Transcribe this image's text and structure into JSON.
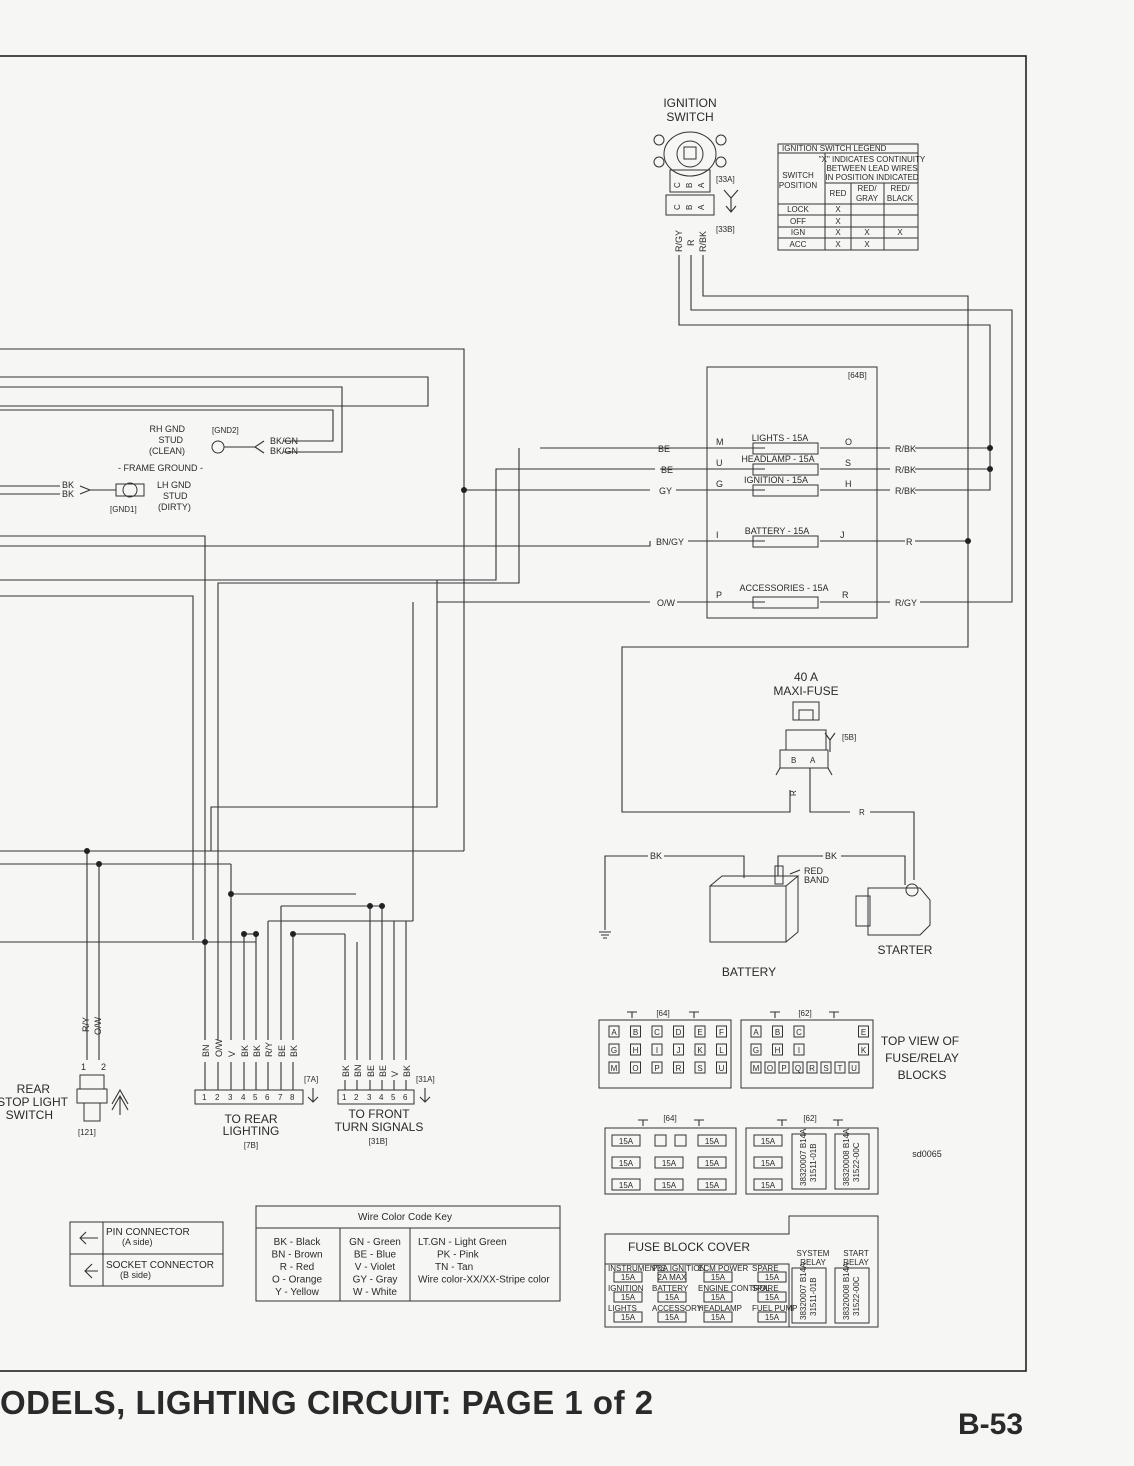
{
  "ignition_switch": {
    "title1": "IGNITION",
    "title2": "SWITCH",
    "conn_a": "[33A]",
    "conn_b": "[33B]",
    "pins": [
      "C",
      "B",
      "A"
    ],
    "wires": [
      "R/GY",
      "R",
      "R/BK"
    ]
  },
  "legend_table": {
    "title": "IGNITION SWITCH LEGEND",
    "note1": "\"X\" INDICATES CONTINUITY",
    "note2": "BETWEEN LEAD WIRES",
    "note3": "IN POSITION INDICATED",
    "switch1": "SWITCH",
    "switch2": "POSITION",
    "cols": [
      "RED",
      "RED/",
      "GRAY",
      "RED/",
      "BLACK"
    ],
    "rows": [
      {
        "pos": "LOCK",
        "red": "X",
        "rg": "",
        "rb": ""
      },
      {
        "pos": "OFF",
        "red": "X",
        "rg": "",
        "rb": ""
      },
      {
        "pos": "IGN",
        "red": "X",
        "rg": "X",
        "rb": "X"
      },
      {
        "pos": "ACC",
        "red": "X",
        "rg": "X",
        "rb": ""
      }
    ]
  },
  "fuse_block": {
    "label": "[64B]",
    "fuses": [
      {
        "name": "LIGHTS - 15A",
        "in_pin": "M",
        "out_pin": "O",
        "in_wire": "BE",
        "out_wire": "R/BK"
      },
      {
        "name": "HEADLAMP - 15A",
        "in_pin": "U",
        "out_pin": "S",
        "in_wire": "BE",
        "out_wire": "R/BK"
      },
      {
        "name": "IGNITION - 15A",
        "in_pin": "G",
        "out_pin": "H",
        "in_wire": "GY",
        "out_wire": "R/BK"
      },
      {
        "name": "BATTERY - 15A",
        "in_pin": "I",
        "out_pin": "J",
        "in_wire": "BN/GY",
        "out_wire": "R"
      },
      {
        "name": "ACCESSORIES - 15A",
        "in_pin": "P",
        "out_pin": "R",
        "in_wire": "O/W",
        "out_wire": "R/GY"
      }
    ]
  },
  "grounds": {
    "rh1": "RH GND",
    "rh2": "STUD",
    "rh3": "(CLEAN)",
    "gnd2": "[GND2]",
    "bkgn1": "BK/GN",
    "bkgn2": "BK/GN",
    "frame": "- FRAME GROUND -",
    "bk1": "BK",
    "bk2": "BK",
    "lh1": "LH GND",
    "lh2": "STUD",
    "lh3": "(DIRTY)",
    "gnd1": "[GND1]"
  },
  "maxi_fuse": {
    "line1": "40 A",
    "line2": "MAXI-FUSE",
    "conn": "[5B]",
    "pin_b": "B",
    "pin_a": "A",
    "wire_r": "R",
    "wire_r2": "R"
  },
  "battery": {
    "label": "BATTERY",
    "bk_left": "BK",
    "bk_right": "BK",
    "red1": "RED",
    "red2": "BAND"
  },
  "starter": {
    "label": "STARTER"
  },
  "stop_switch": {
    "l1": "REAR",
    "l2": "STOP LIGHT",
    "l3": "SWITCH",
    "conn": "[121]",
    "wires": [
      "R/Y",
      "O/W"
    ],
    "pins": [
      "1",
      "2"
    ]
  },
  "rear_lighting": {
    "wires": [
      "BN",
      "O/W",
      "V",
      "BK",
      "BK",
      "R/Y",
      "BE",
      "BK"
    ],
    "pins": [
      "1",
      "2",
      "3",
      "4",
      "5",
      "6",
      "7",
      "8"
    ],
    "conn": "[7A]",
    "l1": "TO REAR",
    "l2": "LIGHTING",
    "conn_b": "[7B]"
  },
  "front_turn": {
    "wires": [
      "BK",
      "BN",
      "BE",
      "BE",
      "V",
      "BK"
    ],
    "pins": [
      "1",
      "2",
      "3",
      "4",
      "5",
      "6"
    ],
    "conn": "[31A]",
    "l1": "TO FRONT",
    "l2": "TURN SIGNALS",
    "conn_b": "[31B]"
  },
  "top_view": {
    "l1": "TOP VIEW OF",
    "l2": "FUSE/RELAY",
    "l3": "BLOCKS",
    "b64": "[64]",
    "b62": "[62]",
    "grid64": [
      [
        "A",
        "B",
        "C",
        "D",
        "E",
        "F"
      ],
      [
        "G",
        "H",
        "I",
        "J",
        "K",
        "L"
      ],
      [
        "M",
        "O",
        "P",
        "R",
        "S",
        "U"
      ]
    ],
    "grid62": [
      [
        "A",
        "B",
        "C",
        "",
        "",
        "E"
      ],
      [
        "G",
        "H",
        "I",
        "",
        "",
        "K"
      ],
      [
        "M",
        "O",
        "P",
        "Q",
        "R",
        "S",
        "T",
        "U"
      ]
    ]
  },
  "fuse_view": {
    "b64": "[64]",
    "b62": "[62]",
    "fuse": "15A",
    "relay1a": "38320007 B14A",
    "relay1b": "31511-01B",
    "relay2a": "38320008 B14A",
    "relay2b": "31522-00C",
    "code": "sd0065"
  },
  "cover": {
    "title": "FUSE BLOCK COVER",
    "sys1": "SYSTEM",
    "sys2": "RELAY",
    "st1": "START",
    "st2": "RELAY",
    "row1": [
      "INSTRUMENTS",
      "P&A IGNITION",
      "ECM POWER",
      "SPARE"
    ],
    "row1v": [
      "15A",
      "2A MAX",
      "15A",
      "15A"
    ],
    "row2": [
      "IGNITION",
      "BATTERY",
      "ENGINE CONTROL",
      "SPARE"
    ],
    "row2v": [
      "15A",
      "15A",
      "15A",
      "15A"
    ],
    "row3": [
      "LIGHTS",
      "ACCESSORY",
      "HEADLAMP",
      "FUEL PUMP"
    ],
    "row3v": [
      "15A",
      "15A",
      "15A",
      "15A"
    ]
  },
  "pin_key": {
    "pin1": "PIN CONNECTOR",
    "pin2": "(A side)",
    "sock1": "SOCKET CONNECTOR",
    "sock2": "(B side)"
  },
  "color_key": {
    "title": "Wire Color Code Key",
    "col1": [
      "BK - Black",
      "BN - Brown",
      "R - Red",
      "O - Orange",
      "Y - Yellow"
    ],
    "col2": [
      "GN - Green",
      "BE - Blue",
      "V - Violet",
      "GY - Gray",
      "W - White"
    ],
    "col3": [
      "LT.GN - Light Green",
      "PK - Pink",
      "TN - Tan",
      "Wire color-XX/XX-Stripe color"
    ]
  },
  "footer": {
    "title": "ODELS, LIGHTING CIRCUIT: PAGE 1 of 2",
    "page": "B-53"
  }
}
